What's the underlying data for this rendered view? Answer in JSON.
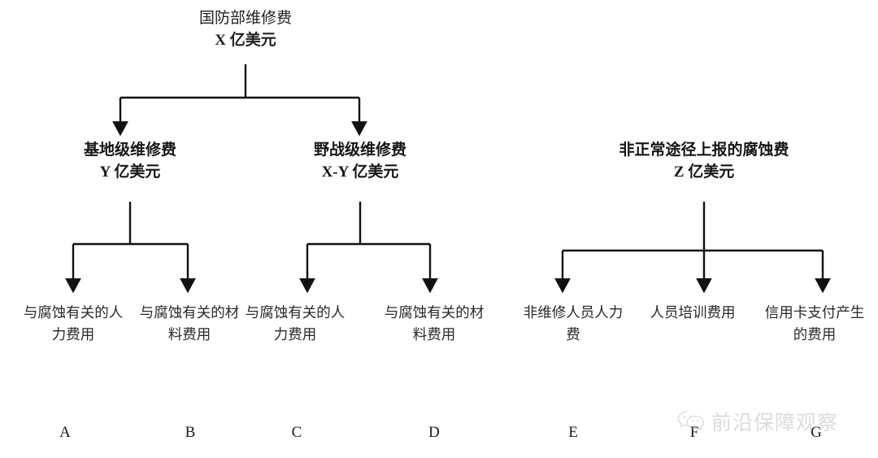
{
  "diagram": {
    "title_text": "国防部维修费",
    "root": {
      "line1": "国防部维修费",
      "line2": "X 亿美元"
    },
    "level2": [
      {
        "line1": "基地级维修费",
        "line2": "Y 亿美元"
      },
      {
        "line1": "野战级维修费",
        "line2": "X-Y 亿美元"
      },
      {
        "line1": "非正常途径上报的腐蚀费",
        "line2": "Z 亿美元"
      }
    ],
    "leaves": [
      {
        "text": "与腐蚀有关的人力费用",
        "label": "A"
      },
      {
        "text": "与腐蚀有关的材料费用",
        "label": "B"
      },
      {
        "text": "与腐蚀有关的人力费用",
        "label": "C"
      },
      {
        "text": "与腐蚀有关的材料费用",
        "label": "D"
      },
      {
        "text": "非维修人员人力费",
        "label": "E"
      },
      {
        "text": "人员培训费用",
        "label": "F"
      },
      {
        "text": "信用卡支付产生的费用",
        "label": "G"
      }
    ],
    "labels": {
      "a": "A",
      "b": "B",
      "c": "C",
      "d": "D",
      "e": "E",
      "f": "F",
      "g": "G"
    },
    "colors": {
      "line": "#111111",
      "text": "#1a1a1a",
      "background": "#ffffff",
      "watermark": "#8c8c8c"
    }
  },
  "watermark": {
    "text": "前沿保障观察",
    "icon": "wechat-icon"
  }
}
